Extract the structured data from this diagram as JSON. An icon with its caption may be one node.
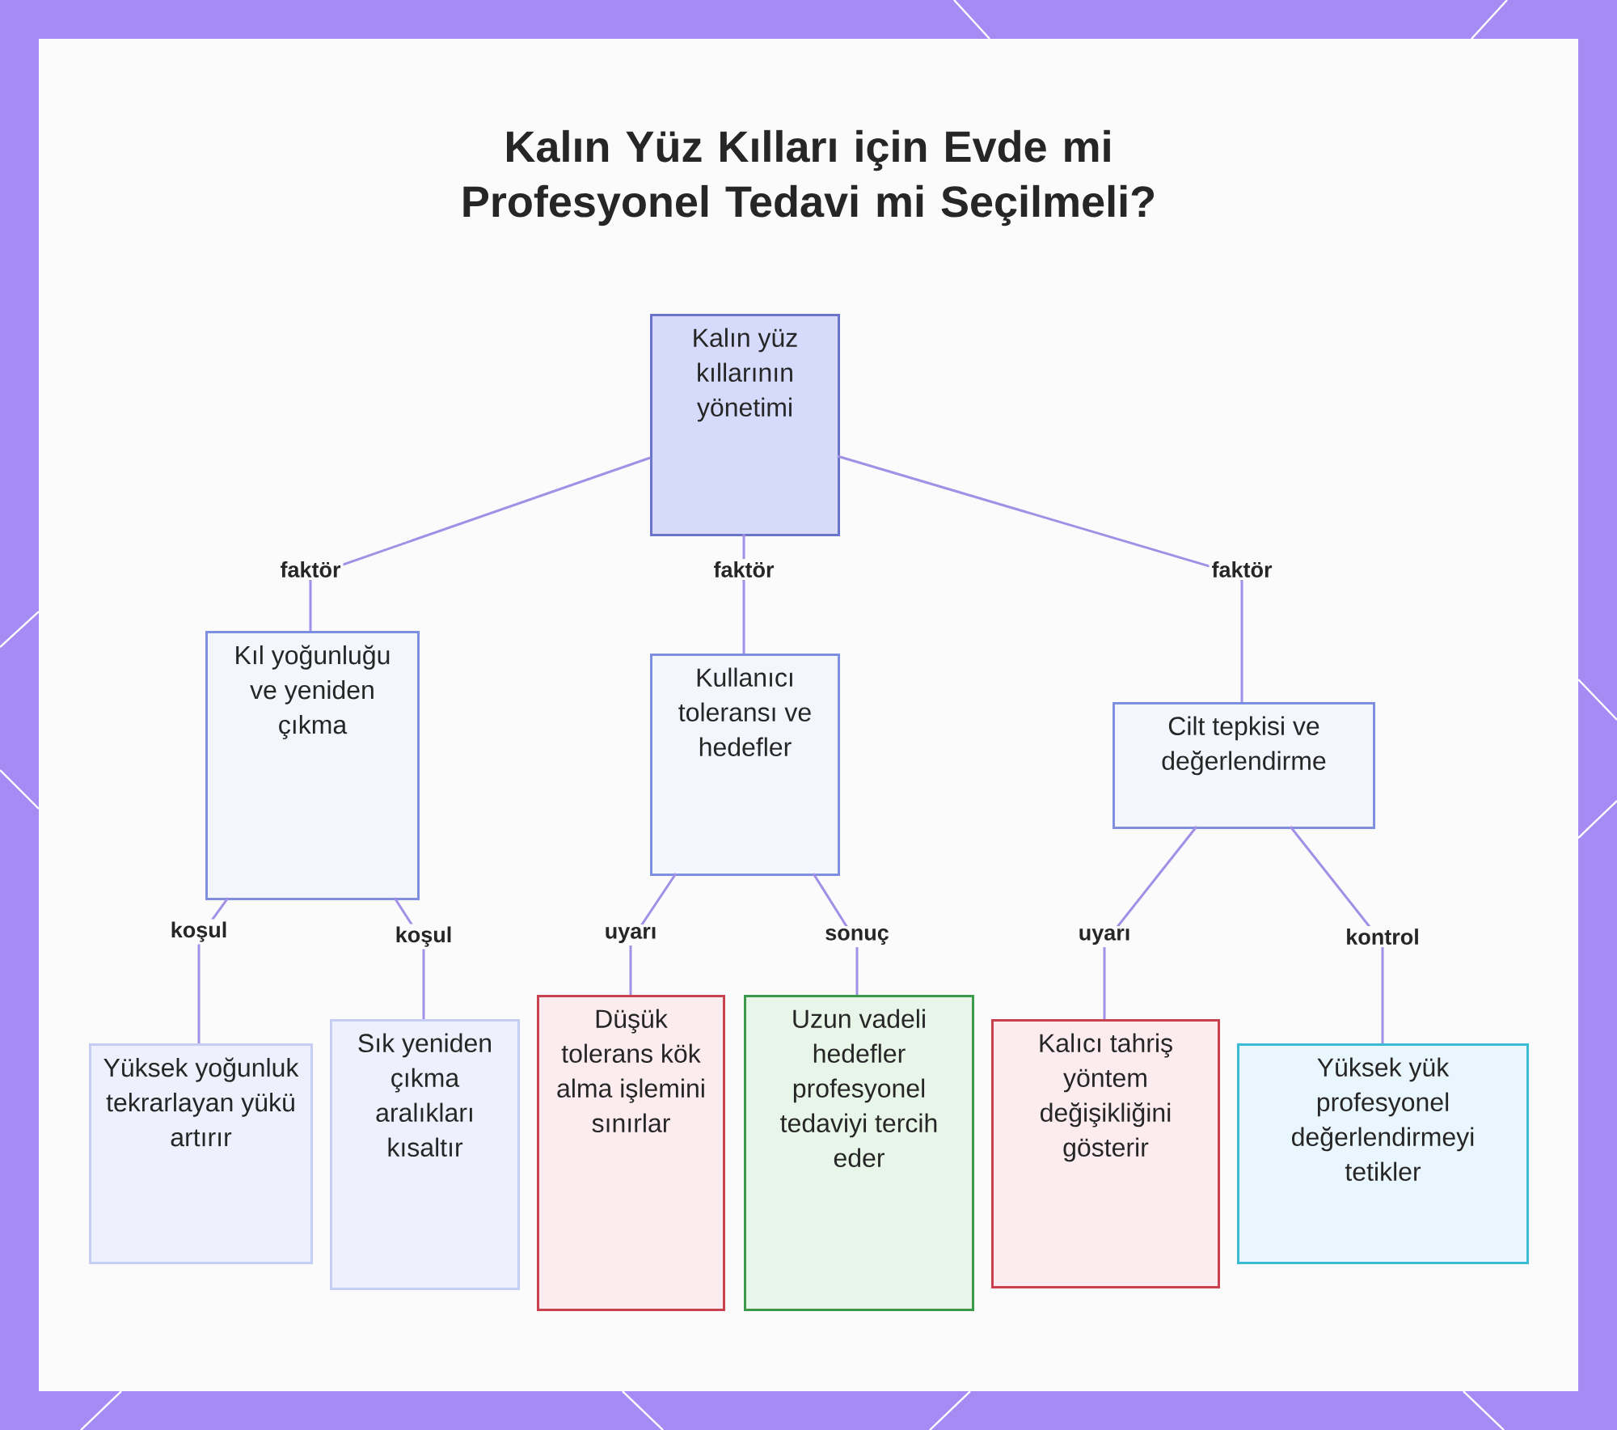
{
  "diagram": {
    "title": "Kalın Yüz Kılları için Evde mi Profesyonel Tedavi mi Seçilmeli?",
    "nodes": [
      {
        "text": [
          "Kalın yüz kıllarının yönetimi"
        ]
      },
      {
        "text": [
          "Kıl yoğunluğu ve yeniden çıkma"
        ]
      },
      {
        "text": [
          "Kullanıcı toleransı ve hedefler"
        ]
      },
      {
        "text": [
          "Cilt tepkisi ve değerlendirme"
        ]
      },
      {
        "text": [
          "Yüksek yoğunluk tekrarlayan yükü artırır"
        ]
      },
      {
        "text": [
          "Sık yeniden çıkma aralıkları kısaltır"
        ]
      },
      {
        "text": [
          "Düşük tolerans kök alma işlemini sınırlar"
        ]
      },
      {
        "text": [
          "Uzun vadeli hedefler profesyonel tedaviyi tercih eder"
        ]
      },
      {
        "text": [
          "Kalıcı tahriş yöntem değişikliğini gösterir"
        ]
      },
      {
        "text": [
          "Yüksek yük profesyonel değerlendirmeyi tetikler"
        ]
      }
    ],
    "edges": [
      {
        "from": 0,
        "to": 1,
        "arrow": "none",
        "label": "faktör"
      },
      {
        "from": 0,
        "to": 2,
        "arrow": "none",
        "label": "faktör"
      },
      {
        "from": 0,
        "to": 3,
        "arrow": "none",
        "label": "faktör"
      },
      {
        "from": 1,
        "to": 4,
        "arrow": "none",
        "label": "koşul"
      },
      {
        "from": 1,
        "to": 5,
        "arrow": "none",
        "label": "koşul"
      },
      {
        "from": 2,
        "to": 6,
        "arrow": "none",
        "label": "uyarı"
      },
      {
        "from": 2,
        "to": 7,
        "arrow": "none",
        "label": "sonuç"
      },
      {
        "from": 3,
        "to": 8,
        "arrow": "none",
        "label": "uyarı"
      },
      {
        "from": 3,
        "to": 9,
        "arrow": "none",
        "label": "kontrol"
      }
    ]
  }
}
